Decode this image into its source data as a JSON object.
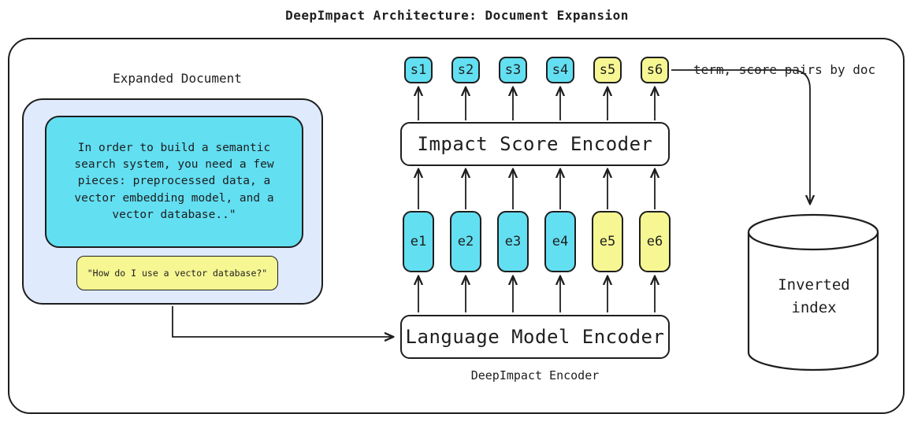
{
  "title": "DeepImpact Architecture: Document Expansion",
  "expanded_document": {
    "label": "Expanded Document",
    "document_text": "In order to build a semantic search system, you need a few pieces: preprocessed data, a vector embedding model, and a vector database..\"",
    "query_text": "\"How do I use a vector database?\""
  },
  "encoder": {
    "impact_score_label": "Impact Score Encoder",
    "language_model_label": "Language Model Encoder",
    "caption": "DeepImpact Encoder",
    "scores": [
      "s1",
      "s2",
      "s3",
      "s4",
      "s5",
      "s6"
    ],
    "embeddings": [
      "e1",
      "e2",
      "e3",
      "e4",
      "e5",
      "e6"
    ]
  },
  "output": {
    "label": "term, score pairs by doc",
    "index_label": "Inverted index"
  },
  "colors": {
    "cyan": "#63dff2",
    "yellow": "#f6f793",
    "doc_bg": "#dfeafc",
    "ink": "#1e1e1e"
  }
}
